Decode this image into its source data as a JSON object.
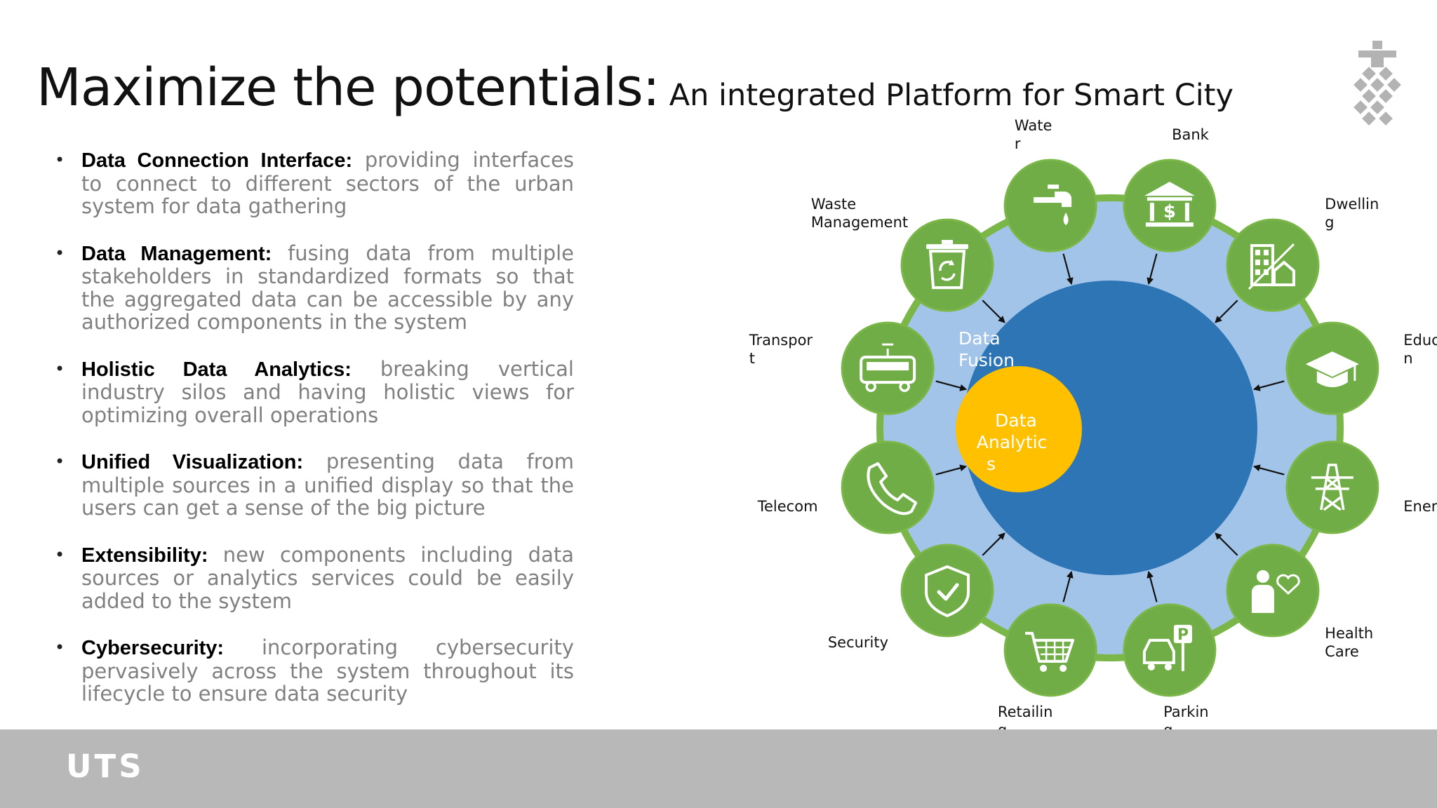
{
  "title": {
    "main": "Maximize the potentials:",
    "subtitle": "An integrated Platform for Smart City"
  },
  "bullets": [
    {
      "term": "Data Connection Interface:",
      "text": "providing interfaces to connect to different sectors of the urban system for data gathering"
    },
    {
      "term": "Data Management:",
      "text": "fusing data from multiple stakeholders in standardized formats so that the aggregated data can be accessible by any authorized components in the system"
    },
    {
      "term": "Holistic Data Analytics:",
      "text": "breaking vertical industry silos and having holistic views for optimizing overall operations"
    },
    {
      "term": "Unified Visualization:",
      "text": "presenting data from multiple sources in a unified display so that the users can get a sense of the big picture"
    },
    {
      "term": "Extensibility:",
      "text": "new components including data sources or analytics services could be easily added to the system"
    },
    {
      "term": "Cybersecurity:",
      "text": "incorporating cybersecurity pervasively across the system throughout its lifecycle to ensure data security"
    }
  ],
  "diagram": {
    "fusion_label": [
      "Data",
      "Fusion"
    ],
    "analytics_label": [
      "Data",
      "Analytic",
      "s"
    ],
    "colors": {
      "outer_ring": "#7ab648",
      "light_disc": "#a2c4e8",
      "fusion_disc": "#2e75b6",
      "analytics_disc": "#ffc000",
      "node": "#70ad47"
    },
    "nodes": [
      {
        "label": [
          "Wate",
          "r"
        ],
        "icon": "water-tap-icon"
      },
      {
        "label": [
          "Bank"
        ],
        "icon": "bank-icon"
      },
      {
        "label": [
          "Dwellin",
          "g"
        ],
        "icon": "dwelling-icon"
      },
      {
        "label": [
          "Educatio",
          "n"
        ],
        "icon": "graduation-cap-icon"
      },
      {
        "label": [
          "Energy"
        ],
        "icon": "power-tower-icon"
      },
      {
        "label": [
          "Health",
          "Care"
        ],
        "icon": "health-care-icon"
      },
      {
        "label": [
          "Parkin",
          "g"
        ],
        "icon": "parking-icon"
      },
      {
        "label": [
          "Retailin",
          "g"
        ],
        "icon": "shopping-cart-icon"
      },
      {
        "label": [
          "Security"
        ],
        "icon": "shield-icon"
      },
      {
        "label": [
          "Telecom"
        ],
        "icon": "phone-icon"
      },
      {
        "label": [
          "Transpor",
          "t"
        ],
        "icon": "tram-icon"
      },
      {
        "label": [
          "Waste",
          "Management"
        ],
        "icon": "recycle-bin-icon"
      }
    ]
  },
  "footer": {
    "brand": "UTS"
  }
}
